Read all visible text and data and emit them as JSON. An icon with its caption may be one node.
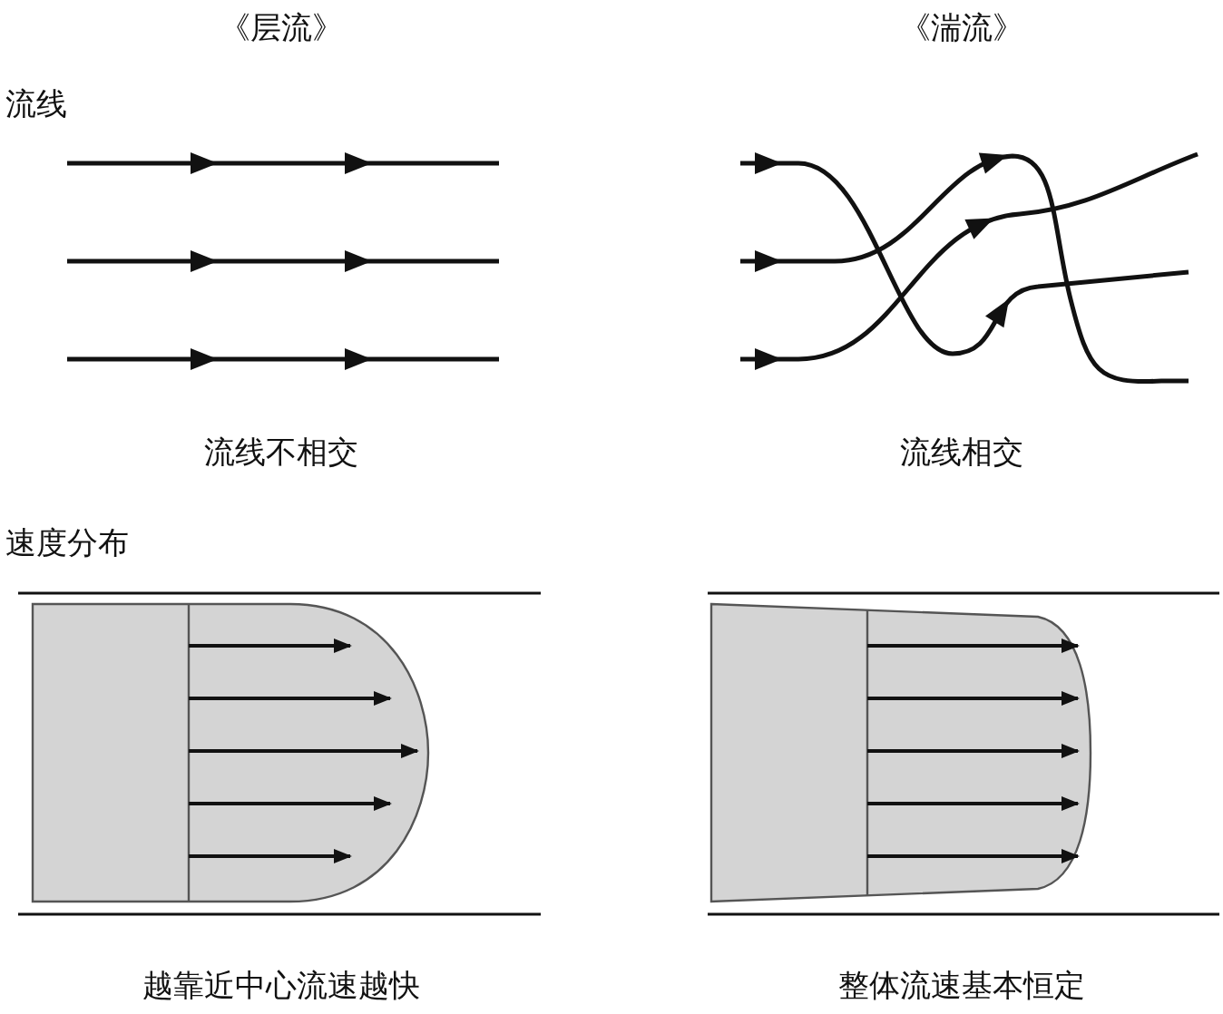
{
  "diagram": {
    "labels": [
      "《层流》",
      "《湍流》",
      "流线",
      "流线不相交",
      "流线相交",
      "速度分布",
      "越靠近中心流速越快",
      "整体流速基本恒定"
    ]
  }
}
